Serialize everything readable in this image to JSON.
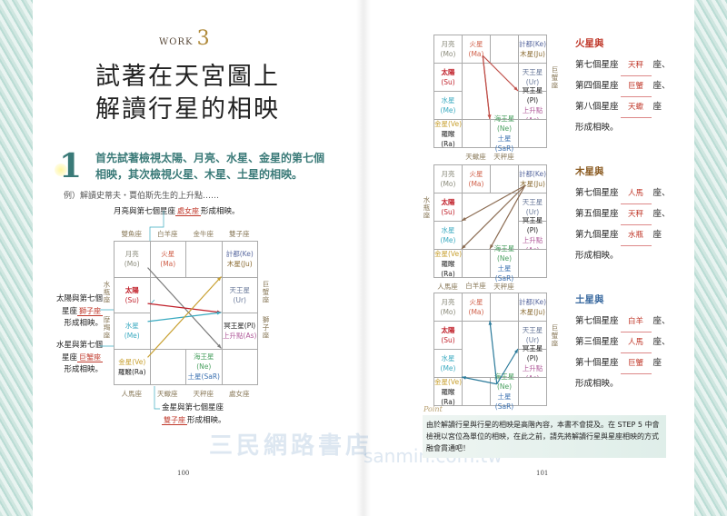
{
  "left_page": {
    "work_label": "WORK",
    "work_number": "3",
    "title_lines": [
      "試著在天宮圖上",
      "解讀行星的相映"
    ],
    "step_number": "1",
    "step_text": [
      "首先試著檢視太陽、月亮、水星、金星的第七個",
      "相映，其次檢視火星、木星、土星的相映。"
    ],
    "example": "例）解讀史蒂夫・賈伯斯先生的上升點……",
    "callouts": {
      "moon": {
        "pre": "月亮與第七個星座",
        "sign": "處女座",
        "post": "形成相映。"
      },
      "sun": {
        "l1": "太陽與第七個",
        "pre": "星座",
        "sign": "獅子座",
        "post": "形成相映。"
      },
      "mercury": {
        "l1": "水星與第七個",
        "pre": "星座",
        "sign": "巨蟹座",
        "post": "形成相映。"
      },
      "venus": {
        "l1": "金星與第七個星座",
        "sign": "雙子座",
        "post": "形成相映。"
      }
    },
    "page_number": "100"
  },
  "planets": {
    "Mo": {
      "name": "月亮",
      "abbr": "(Mo)",
      "color": "#8a8a7a"
    },
    "Ma": {
      "name": "火星",
      "abbr": "(Ma)",
      "color": "#d0604a"
    },
    "Ke": {
      "name": "計都(Ke)",
      "color": "#5a6aa0"
    },
    "Ju": {
      "name": "木星(Ju)",
      "color": "#8a6a30"
    },
    "Su": {
      "name": "太陽",
      "abbr": "(Su)",
      "color": "#c0202a"
    },
    "Ur": {
      "name": "天王星",
      "abbr": "(Ur)",
      "color": "#6a7a9a"
    },
    "Me": {
      "name": "水星",
      "abbr": "(Me)",
      "color": "#3aaac0"
    },
    "Pl": {
      "name": "冥王星(Pl)",
      "color": "#222222"
    },
    "As": {
      "name": "上升點(As)",
      "color": "#b05a9a"
    },
    "Ve": {
      "name": "金星(Ve)",
      "color": "#c8a030"
    },
    "Ra": {
      "name": "羅睺(Ra)",
      "color": "#222222"
    },
    "Ne": {
      "name": "海王星(Ne)",
      "color": "#4aa060"
    },
    "SaR": {
      "name": "土星(SaR)",
      "color": "#3a70b0"
    }
  },
  "charts": [
    {
      "id": "main",
      "signs": {
        "top": [
          "雙魚座",
          "白羊座",
          "金牛座",
          "雙子座"
        ],
        "left": [
          "水瓶座",
          "摩羯座"
        ],
        "right": [
          "巨蟹座",
          "獅子座"
        ],
        "bottom": [
          "人馬座",
          "天蠍座",
          "天秤座",
          "處女座"
        ]
      },
      "arrows": [
        {
          "from": "Mo",
          "to": "c33",
          "color": "#7a7a7a"
        },
        {
          "from": "Su",
          "to": "Pl",
          "color": "#c0202a"
        },
        {
          "from": "Me",
          "to": "Ur",
          "color": "#3aaac0"
        },
        {
          "from": "Ve",
          "to": "Ke",
          "color": "#c8a030"
        }
      ]
    },
    {
      "id": "mars",
      "signs": {
        "right": [
          "巨蟹座",
          ""
        ],
        "bottom": [
          "",
          "天蠍座",
          "天秤座",
          ""
        ]
      },
      "arrows": [
        {
          "from": "Ma",
          "to": "Ur",
          "color": "#c0504a"
        },
        {
          "from": "Ma",
          "to": "Ne",
          "color": "#c0504a"
        },
        {
          "from": "Ma",
          "to": "c31",
          "color": "#c0504a"
        }
      ]
    },
    {
      "id": "jupiter",
      "signs": {
        "left": [
          "水瓶座",
          ""
        ],
        "bottom": [
          "人馬座",
          "",
          "天秤座",
          ""
        ]
      },
      "arrows": [
        {
          "from": "Ke",
          "to": "Su",
          "color": "#8a6a50"
        },
        {
          "from": "Ke",
          "to": "Ne",
          "color": "#8a6a50"
        },
        {
          "from": "Ke",
          "to": "Ve",
          "color": "#8a6a50"
        }
      ]
    },
    {
      "id": "saturn",
      "signs": {
        "top": [
          "",
          "白羊座",
          "",
          ""
        ],
        "right": [
          "巨蟹座",
          ""
        ]
      },
      "arrows": [
        {
          "from": "Ne",
          "to": "Ma",
          "color": "#2a7a9a"
        },
        {
          "from": "Ne",
          "to": "Ur",
          "color": "#2a7a9a"
        },
        {
          "from": "Ne",
          "to": "Ve",
          "color": "#2a7a9a"
        }
      ]
    }
  ],
  "right_page": {
    "blocks": [
      {
        "heading": "火星與",
        "color": "#c0392b",
        "lines": [
          {
            "pre": "第七個星座",
            "fill": "天秤",
            "post": "座、"
          },
          {
            "pre": "第四個星座",
            "fill": "巨蟹",
            "post": "座、"
          },
          {
            "pre": "第八個星座",
            "fill": "天蠍",
            "post": "座"
          }
        ],
        "end": "形成相映。"
      },
      {
        "heading": "木星與",
        "color": "#8a5a20",
        "lines": [
          {
            "pre": "第七個星座",
            "fill": "人馬",
            "post": "座、"
          },
          {
            "pre": "第五個星座",
            "fill": "天秤",
            "post": "座、"
          },
          {
            "pre": "第九個星座",
            "fill": "水瓶",
            "post": "座"
          }
        ],
        "end": "形成相映。"
      },
      {
        "heading": "土星與",
        "color": "#3a6aa0",
        "lines": [
          {
            "pre": "第七個星座",
            "fill": "白羊",
            "post": "座、"
          },
          {
            "pre": "第三個星座",
            "fill": "人馬",
            "post": "座、"
          },
          {
            "pre": "第十個星座",
            "fill": "巨蟹",
            "post": "座"
          }
        ],
        "end": "形成相映。"
      }
    ],
    "point_label": "Point",
    "note": "由於解讀行星與行星的相映是高階內容，本書不會提及。在 STEP 5 中會檢視以宮位為單位的相映，在此之前，請先將解讀行星與星座相映的方式融會貫通吧！",
    "page_number": "101"
  },
  "watermark": {
    "text": "三民網路書店",
    "url": "sanmin.com.tw"
  }
}
